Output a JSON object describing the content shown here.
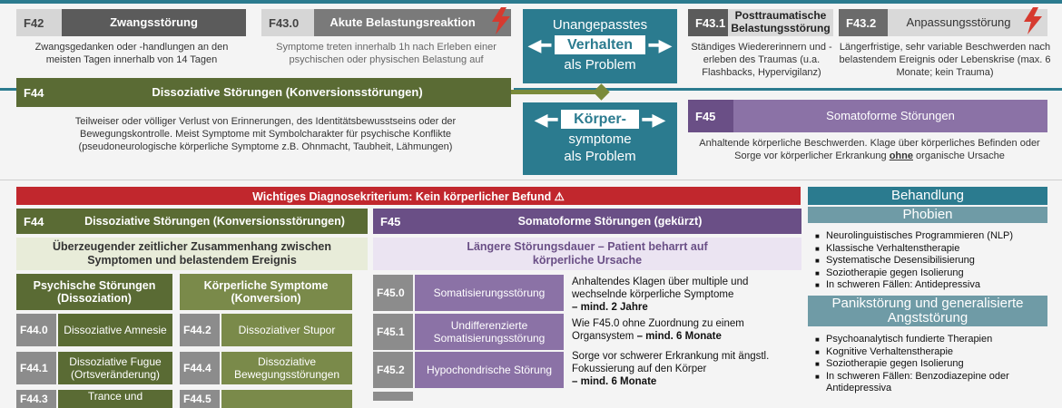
{
  "top": {
    "f42": {
      "code": "F42",
      "title": "Zwangsstörung",
      "desc": "Zwangsgedanken oder -handlungen an den meisten Tagen innerhalb von 14 Tagen"
    },
    "f430": {
      "code": "F43.0",
      "title": "Akute Belastungsreaktion",
      "desc": "Symptome treten innerhalb 1h nach Erleben einer psychischen oder physischen Belastung auf"
    },
    "f431": {
      "code": "F43.1",
      "title": "Posttraumatische Belastungsstörung",
      "desc": "Ständiges Wiedererinnern und -erleben des Traumas (u.a. Flashbacks, Hypervigilanz)"
    },
    "f432": {
      "code": "F43.2",
      "title": "Anpassungsstörung",
      "desc": "Längerfristige, sehr variable Beschwerden nach belastendem Ereignis oder Lebenskrise (max. 6 Monate; kein Trauma)"
    },
    "f44": {
      "code": "F44",
      "title": "Dissoziative Störungen (Konversionsstörungen)",
      "desc": "Teilweiser oder völliger Verlust von Erinnerungen, des Identitätsbewusstseins oder der Bewegungskontrolle. Meist Symptome mit Symbolcharakter für psychische Konflikte (pseudoneurologische körperliche Symptome z.B. Ohnmacht, Taubheit, Lähmungen)"
    },
    "f45": {
      "code": "F45",
      "title": "Somatoforme Störungen",
      "desc_a": "Anhaltende körperliche Beschwerden. Klage über körperliches Befinden oder Sorge vor körperlicher Erkrankung",
      "desc_b": "ohne",
      "desc_c": "organische Ursache"
    },
    "center1": {
      "line1": "Unangepasstes",
      "pill": "Verhalten",
      "line3": "als Problem"
    },
    "center2": {
      "pill": "Körper-",
      "line2": "symptome",
      "line3": "als Problem"
    }
  },
  "bottom": {
    "banner": "Wichtiges Diagnosekriterium: Kein körperlicher Befund ⚠",
    "f44": {
      "code": "F44",
      "title": "Dissoziative Störungen (Konversionsstörungen)"
    },
    "f44_note": "Überzeugender zeitlicher Zusammenhang zwischen Symptomen und belastendem Ereignis",
    "col1": "Psychische Störungen (Dissoziation)",
    "col2": "Körperliche Symptome (Konversion)",
    "rows": [
      {
        "c1": "F44.0",
        "t1": "Dissoziative Amnesie",
        "c2": "F44.2",
        "t2": "Dissoziativer Stupor"
      },
      {
        "c1": "F44.1",
        "t1": "Dissoziative Fugue (Ortsveränderung)",
        "c2": "F44.4",
        "t2": "Dissoziative Bewegungsstörungen"
      },
      {
        "c1": "F44.3",
        "t1": "Trance und",
        "c2": "F44.5",
        "t2": ""
      }
    ],
    "f45": {
      "code": "F45",
      "title": "Somatoforme Störungen (gekürzt)"
    },
    "f45_note": "Längere Störungsdauer – Patient beharrt auf körperliche Ursache",
    "f45_rows": [
      {
        "code": "F45.0",
        "title": "Somatisierungsstörung",
        "desc": "Anhaltendes Klagen über multiple und wechselnde körperliche Symptome",
        "dur": "– mind. 2 Jahre"
      },
      {
        "code": "F45.1",
        "title": "Undifferenzierte Somatisierungsstörung",
        "desc": "Wie F45.0 ohne Zuordnung zu einem Organsystem",
        "dur": "– mind. 6 Monate"
      },
      {
        "code": "F45.2",
        "title": "Hypochondrische Störung",
        "desc": "Sorge vor schwerer Erkrankung mit ängstl. Fokussierung auf den Körper",
        "dur": "– mind. 6 Monate"
      }
    ]
  },
  "side": {
    "header": "Behandlung",
    "phobien": "Phobien",
    "phobien_items": [
      "Neurolinguistisches Programmieren (NLP)",
      "Klassische Verhaltenstherapie",
      "Systematische Desensibilisierung",
      "Soziotherapie gegen Isolierung",
      "In schweren Fällen: Antidepressiva"
    ],
    "panik": "Panikstörung und generalisierte Angststörung",
    "panik_items": [
      "Psychoanalytisch fundierte Therapien",
      "Kognitive Verhaltenstherapie",
      "Soziotherapie gegen Isolierung",
      "In schweren Fällen: Benzodiazepine oder Antidepressiva"
    ]
  },
  "colors": {
    "olive": "#5a6b34",
    "purple": "#6a4f86",
    "teal": "#2b7b8f",
    "red": "#c1272d"
  }
}
